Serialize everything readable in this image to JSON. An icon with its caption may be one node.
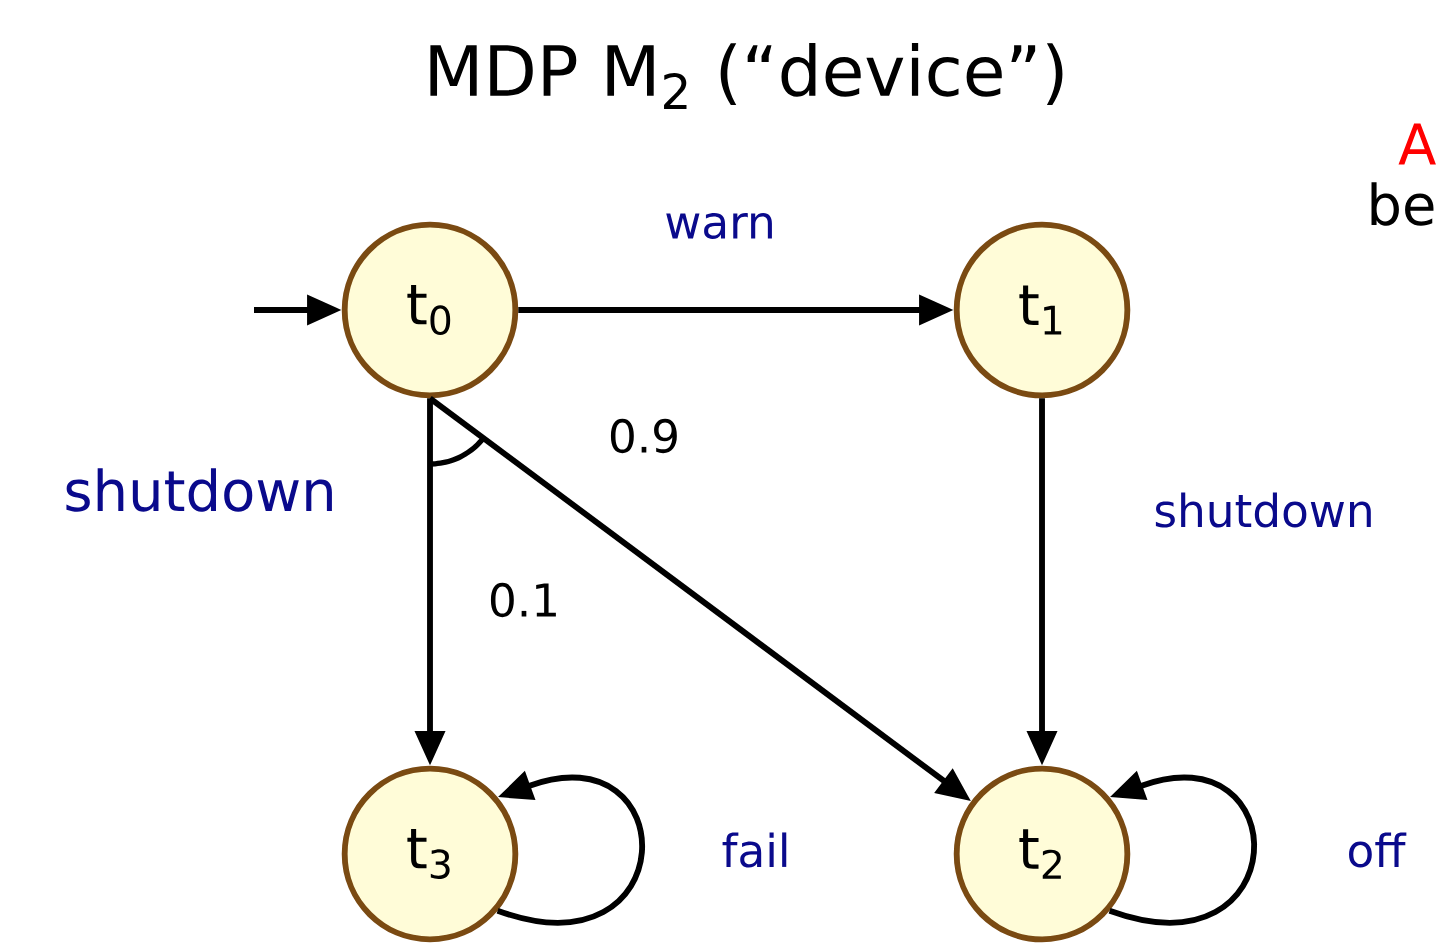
{
  "diagram": {
    "title": "MDP M$_{2}$ (“device”)",
    "nodes": [
      {
        "text": [
          "t$_{0}$"
        ]
      },
      {
        "text": [
          "t$_{1}$"
        ]
      },
      {
        "text": [
          "t$_{3}$"
        ]
      },
      {
        "text": [
          "t$_{2}$"
        ]
      }
    ],
    "edges": [
      {
        "from": null,
        "to": 0,
        "arrow": "to"
      },
      {
        "from": 0,
        "to": 1,
        "arrow": "to",
        "label": "warn"
      },
      {
        "from": 0,
        "to": 2,
        "arrow": "to",
        "label": "0.1"
      },
      {
        "from": 0,
        "to": 3,
        "arrow": "to",
        "label": "0.9"
      },
      {
        "from": 1,
        "to": 3,
        "arrow": "to",
        "label": "shutdown"
      },
      {
        "from": 2,
        "to": 2,
        "arrow": "to",
        "label": "fail"
      },
      {
        "from": 3,
        "to": 3,
        "arrow": "to",
        "label": "off"
      }
    ],
    "labels": [
      "shutdown",
      "A",
      "be"
    ]
  }
}
